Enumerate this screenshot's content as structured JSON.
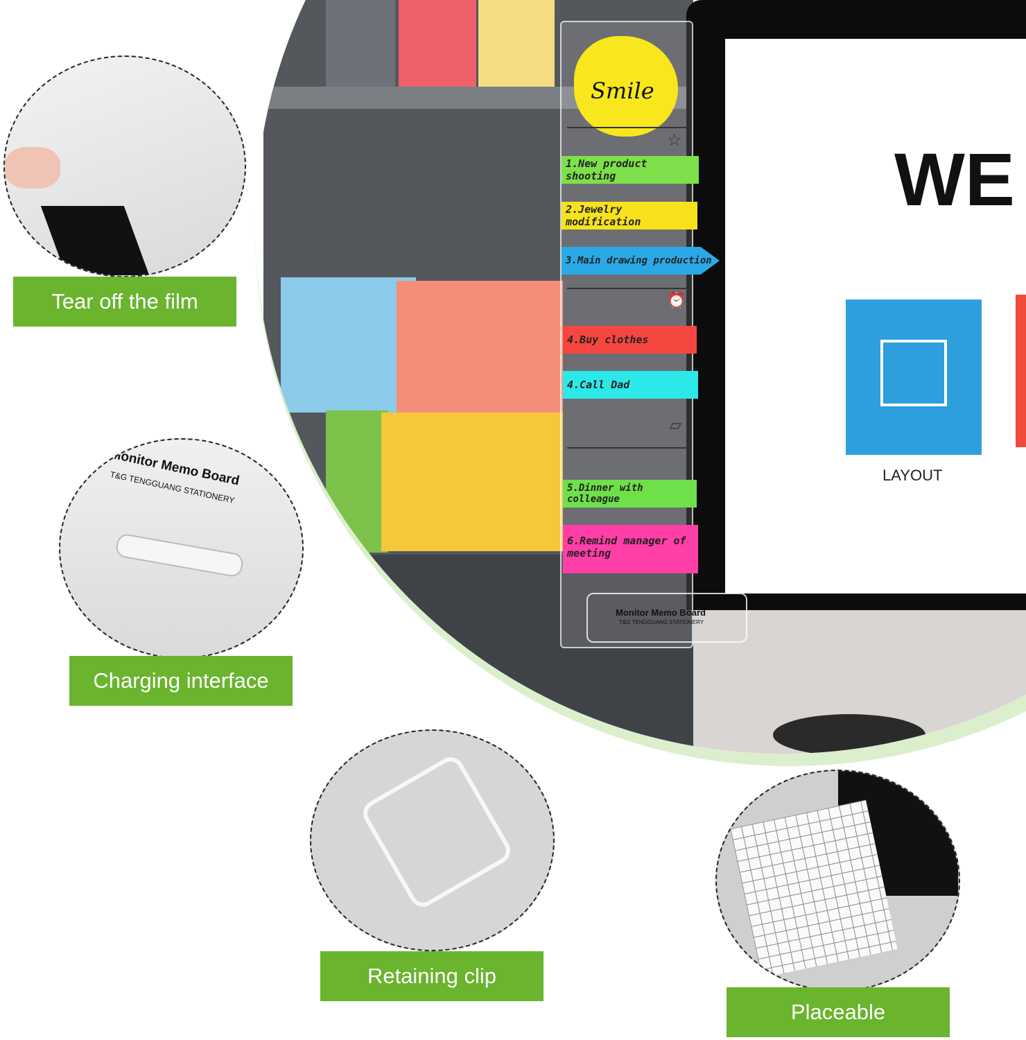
{
  "features": [
    {
      "label": "Tear off the film"
    },
    {
      "label": "Charging interface"
    },
    {
      "label": "Retaining clip"
    },
    {
      "label": "Placeable"
    }
  ],
  "board": {
    "brand": "Monitor Memo Board",
    "maker": "T&G TENGGUANG STATIONERY",
    "smile": "Smile",
    "notes": [
      {
        "text": "1.New product shooting",
        "color": "#7ee04a"
      },
      {
        "text": "2.Jewelry modification",
        "color": "#f7e21c"
      },
      {
        "text": "3.Main drawing production",
        "color": "#2aa9e6"
      },
      {
        "text": "4.Buy clothes",
        "color": "#f5473f"
      },
      {
        "text": "4.Call Dad",
        "color": "#2de8e8"
      },
      {
        "text": "5.Dinner with colleague",
        "color": "#6ee04a"
      },
      {
        "text": "6.Remind manager of meeting",
        "color": "#ff3ea8"
      }
    ]
  },
  "monitor": {
    "headline": "WE",
    "tile_label": "LAYOUT"
  },
  "colors": {
    "label_green": "#6ab42e",
    "ring_green": "#dcefcc"
  }
}
